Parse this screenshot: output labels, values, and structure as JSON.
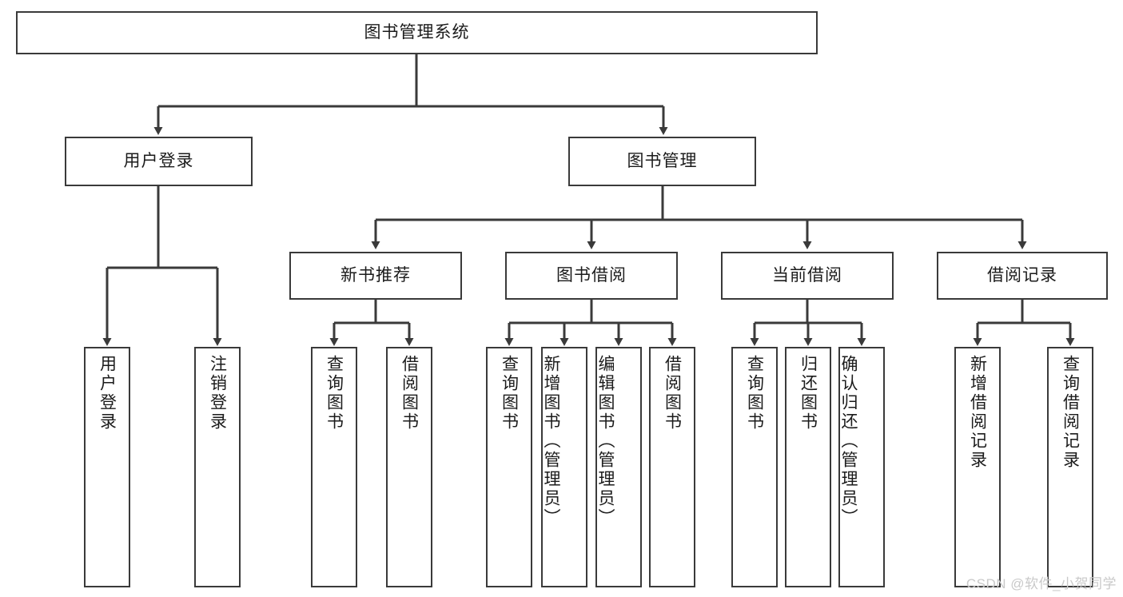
{
  "diagram": {
    "title": "图书管理系统",
    "type": "hierarchy-tree",
    "root": {
      "id": "root",
      "label": "图书管理系统"
    },
    "level2": [
      {
        "id": "user-login",
        "label": "用户登录"
      },
      {
        "id": "book-manage",
        "label": "图书管理"
      }
    ],
    "level3": [
      {
        "id": "new-book-rec",
        "label": "新书推荐"
      },
      {
        "id": "book-borrow",
        "label": "图书借阅"
      },
      {
        "id": "current-borrow",
        "label": "当前借阅"
      },
      {
        "id": "borrow-record",
        "label": "借阅记录"
      }
    ],
    "leaves": {
      "user_login": [
        {
          "id": "leaf-user-login",
          "label": "用户登录"
        },
        {
          "id": "leaf-logout-login",
          "label": "注销登录"
        }
      ],
      "new_book_rec": [
        {
          "id": "leaf-query-book-1",
          "label": "查询图书"
        },
        {
          "id": "leaf-borrow-book-1",
          "label": "借阅图书"
        }
      ],
      "book_borrow": [
        {
          "id": "leaf-query-book-2",
          "label": "查询图书"
        },
        {
          "id": "leaf-add-book",
          "label": "新增图书（管理员）"
        },
        {
          "id": "leaf-edit-book",
          "label": "编辑图书（管理员）"
        },
        {
          "id": "leaf-borrow-book-2",
          "label": "借阅图书"
        }
      ],
      "current_borrow": [
        {
          "id": "leaf-query-book-3",
          "label": "查询图书"
        },
        {
          "id": "leaf-return-book",
          "label": "归还图书"
        },
        {
          "id": "leaf-confirm-return",
          "label": "确认归还（管理员）"
        }
      ],
      "borrow_record": [
        {
          "id": "leaf-add-record",
          "label": "新增借阅记录"
        },
        {
          "id": "leaf-query-record",
          "label": "查询借阅记录"
        }
      ]
    }
  },
  "watermark": {
    "text": "CSDN @软件_小贺同学"
  },
  "colors": {
    "border": "#3a3a3a",
    "background": "#ffffff",
    "text": "#1b1b1b",
    "watermark": "#c9c9c9"
  }
}
